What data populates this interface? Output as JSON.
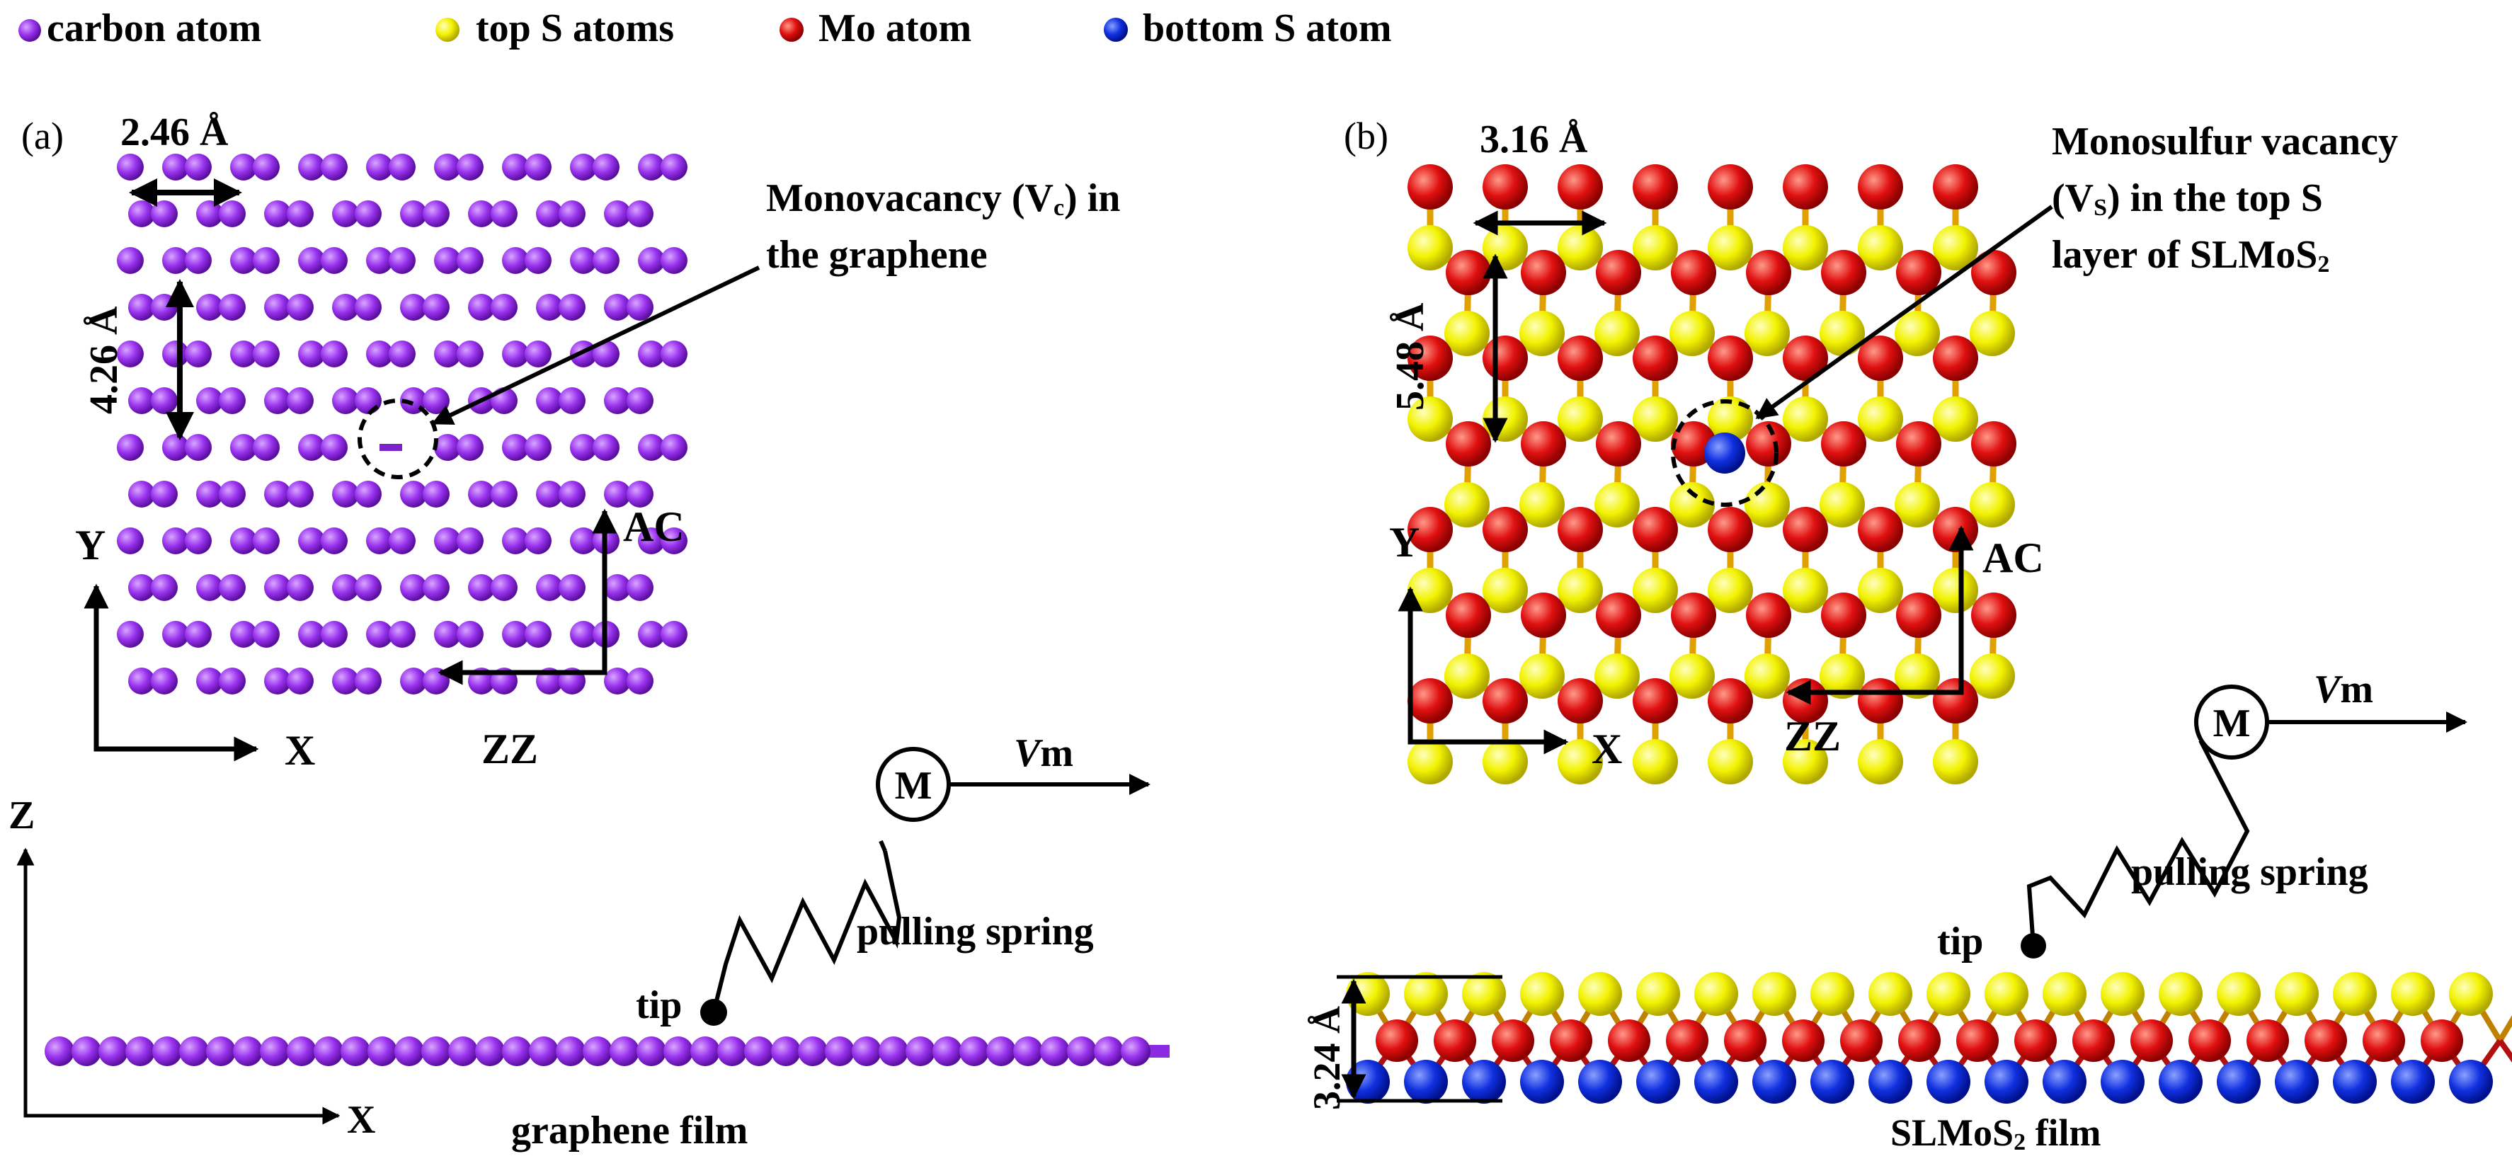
{
  "legend": {
    "items": [
      {
        "label": "carbon atom",
        "color": "#9933ee"
      },
      {
        "label": "top S atoms",
        "color": "#f2f200"
      },
      {
        "label": "Mo atom",
        "color": "#e01010"
      },
      {
        "label": "bottom S atom",
        "color": "#1030e0"
      }
    ]
  },
  "panel_a": {
    "tag": "(a)",
    "dim_horizontal": "2.46 Å",
    "dim_vertical": "4.26 Å",
    "vacancy_line1_pre": "Monovacancy (V",
    "vacancy_sub": "c",
    "vacancy_line1_post": ") in",
    "vacancy_line2": "the graphene",
    "axis_y": "Y",
    "axis_x": "X",
    "dir_ac": "AC",
    "dir_zz": "ZZ",
    "axis_z": "Z",
    "axis_x_side": "X",
    "tip": "tip",
    "mass": "M",
    "velocity_italic": "V",
    "velocity_rest": "m",
    "spring": "pulling spring",
    "film": "graphene film"
  },
  "panel_b": {
    "tag": "(b)",
    "dim_horizontal": "3.16 Å",
    "dim_vertical": "5.48 Å",
    "vacancy_line1": "Monosulfur vacancy",
    "vacancy_line2_pre": "(V",
    "vacancy_sub": "S",
    "vacancy_line2_post": ") in the top S",
    "vacancy_line3_pre": "layer of SLMoS",
    "vacancy_line3_sub": "2",
    "axis_y": "Y",
    "axis_x": "X",
    "dir_ac": "AC",
    "dir_zz": "ZZ",
    "dim_thickness": "3.24 Å",
    "tip": "tip",
    "mass": "M",
    "velocity_italic": "V",
    "velocity_rest": "m",
    "spring": "pulling spring",
    "film_pre": "SLMoS",
    "film_sub": "2",
    "film_post": " film"
  }
}
